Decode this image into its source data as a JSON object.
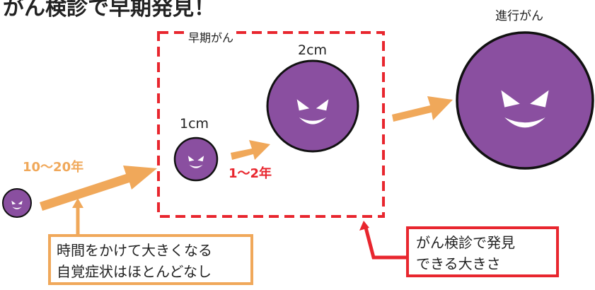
{
  "headline": "がん検診で早期発見！",
  "labels": {
    "advanced_cancer": "進行がん",
    "early_cancer": "早期がん",
    "size_2cm": "2cm",
    "size_1cm": "1cm",
    "period_long": "10〜20年",
    "period_short": "1〜2年"
  },
  "notes": {
    "growth_line1": "時間をかけて大きくなる",
    "growth_line2": "自覚症状はほとんどなし",
    "detect_line1": "がん検診で発見",
    "detect_line2": "できる大きさ"
  },
  "colors": {
    "tumor": "#8a4fa0",
    "arrow": "#f0a85a",
    "dashed_frame": "#e8262e",
    "callout": "#e8262e"
  }
}
